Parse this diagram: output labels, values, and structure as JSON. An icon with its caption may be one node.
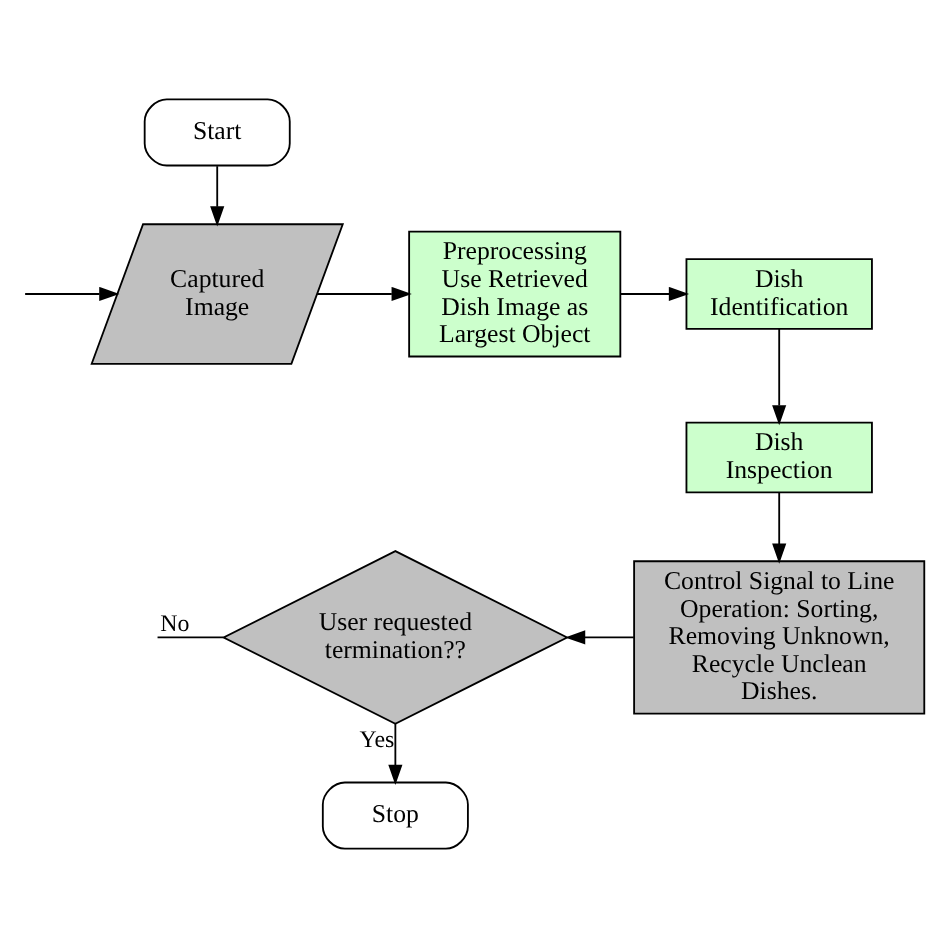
{
  "diagram": {
    "nodes": [
      {
        "text": [
          "Start"
        ]
      },
      {
        "text": [
          "Captured Image"
        ]
      },
      {
        "text": [
          "Preprocessing",
          "Use Retrieved Dish Image as Largest Object"
        ]
      },
      {
        "text": [
          "Dish Identification"
        ]
      },
      {
        "text": [
          "Dish Inspection"
        ]
      },
      {
        "text": [
          "Control Signal to Line Operation: Sorting, Removing Unknown, Recycle Unclean Dishes."
        ]
      },
      {
        "text": [
          "User requested termination??"
        ]
      },
      {
        "text": [
          "Stop"
        ]
      }
    ],
    "edges": [
      {
        "from": 0,
        "to": 1,
        "arrow": "to"
      },
      {
        "from": 1,
        "to": 2,
        "arrow": "to"
      },
      {
        "from": 2,
        "to": 3,
        "arrow": "to"
      },
      {
        "from": 3,
        "to": 4,
        "arrow": "to"
      },
      {
        "from": 4,
        "to": 5,
        "arrow": "to"
      },
      {
        "from": 5,
        "to": 6,
        "arrow": "to"
      },
      {
        "from": 6,
        "to": 7,
        "label": "Yes",
        "arrow": "to"
      },
      {
        "from": 6,
        "to": null,
        "label": "No",
        "arrow": "none"
      },
      {
        "from": null,
        "to": 1,
        "arrow": "to"
      }
    ]
  }
}
